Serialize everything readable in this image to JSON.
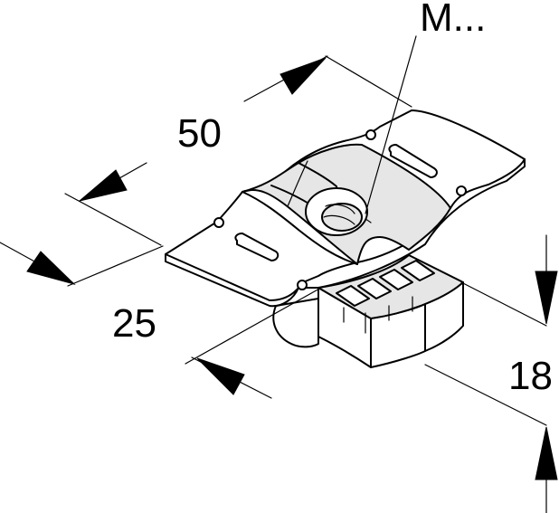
{
  "thread_label": "M...",
  "dimensions": {
    "length": "50",
    "width": "25",
    "height": "18"
  }
}
